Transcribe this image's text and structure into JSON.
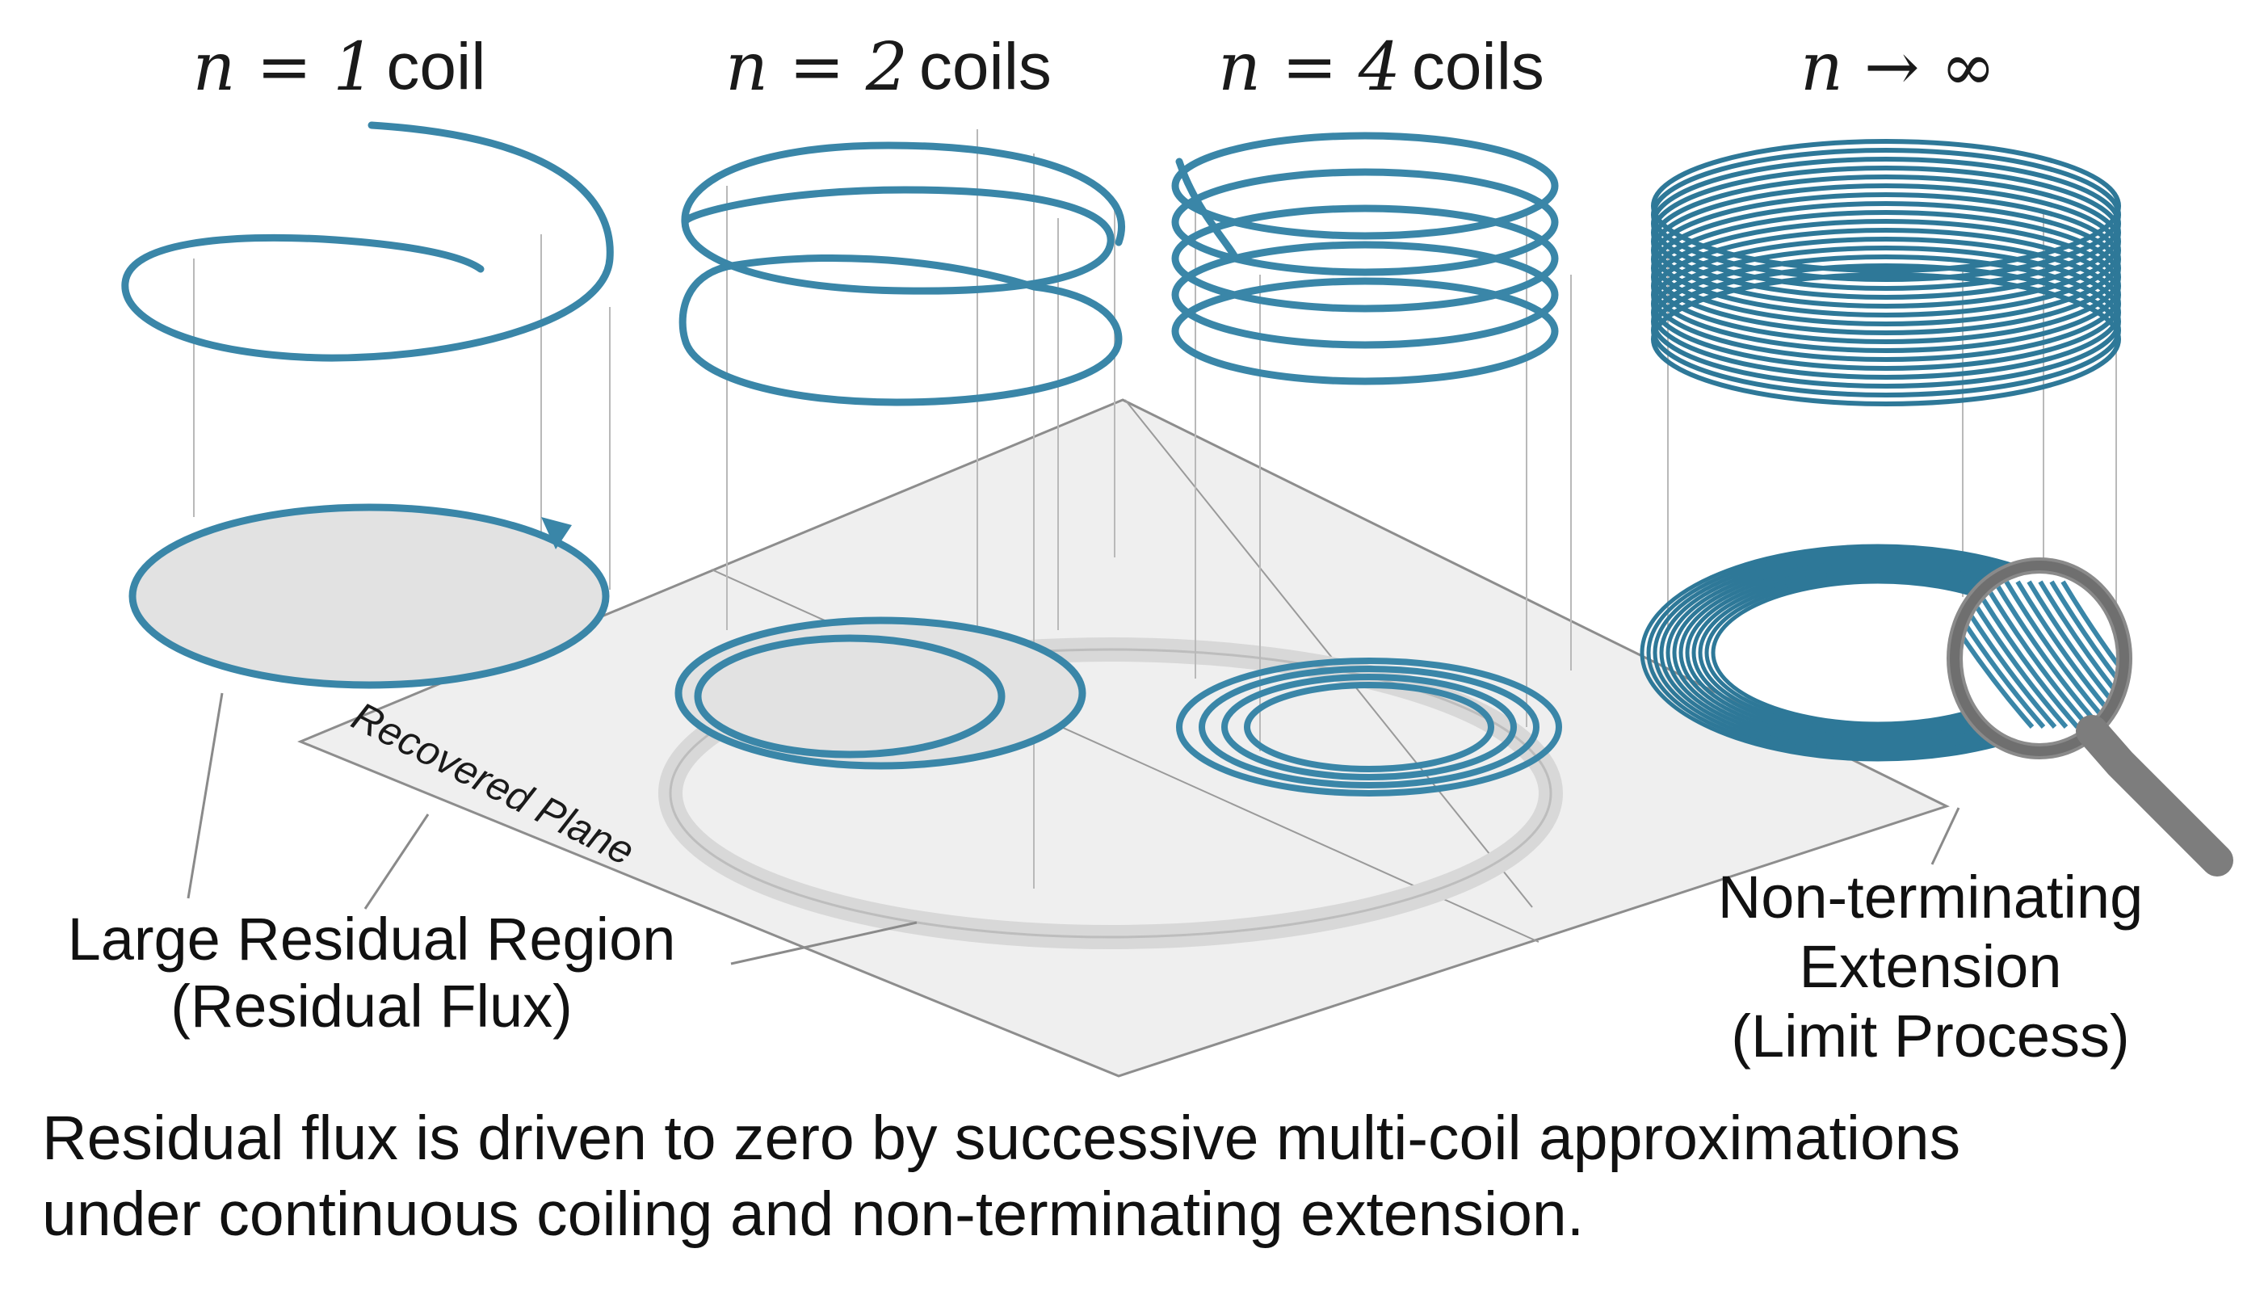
{
  "headers": [
    {
      "math": "n = 1",
      "word": "coil"
    },
    {
      "math": "n = 2",
      "word": "coils"
    },
    {
      "math": "n = 4",
      "word": "coils"
    },
    {
      "math": "n → ∞",
      "word": ""
    }
  ],
  "plane_label": "Recovered Plane",
  "left_label": {
    "line1": "Large Residual Region",
    "line2": "(Residual Flux)"
  },
  "right_label": {
    "line1": "Non-terminating",
    "line2": "Extension",
    "line3": "(Limit Process)"
  },
  "caption": {
    "line1": "Residual flux is driven to zero by successive multi-coil approximations",
    "line2": "under continuous coiling and non-terminating extension."
  },
  "colors": {
    "coil": "#3a86a8",
    "coil_dark": "#2e7898",
    "plane": "#efefef",
    "guide": "#b9b9b9"
  }
}
